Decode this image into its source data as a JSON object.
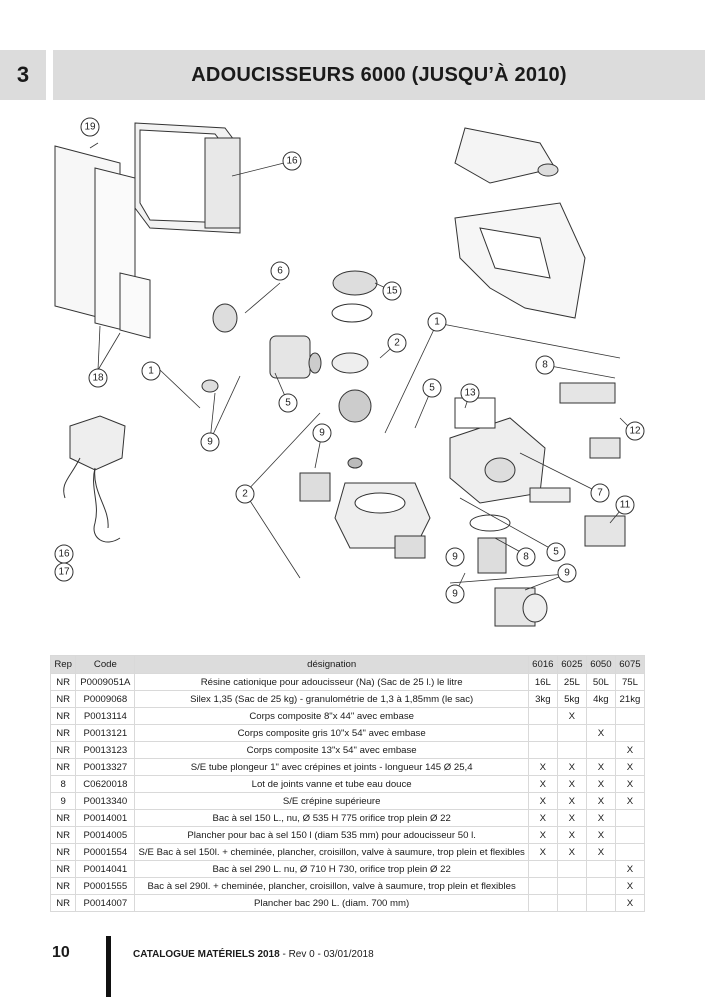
{
  "header": {
    "section_number": "3",
    "title": "ADOUCISSEURS 6000 (JUSQU’À 2010)"
  },
  "diagram": {
    "callouts": [
      "19",
      "16",
      "18",
      "6",
      "15",
      "1",
      "2",
      "1",
      "5",
      "9",
      "5",
      "13",
      "8",
      "12",
      "9",
      "2",
      "7",
      "11",
      "16",
      "17",
      "9",
      "8",
      "5",
      "9",
      "9"
    ]
  },
  "table": {
    "headers": [
      "Rep",
      "Code",
      "désignation",
      "6016",
      "6025",
      "6050",
      "6075"
    ],
    "rows": [
      [
        "NR",
        "P0009051A",
        "Résine cationique pour adoucisseur (Na) (Sac de 25 l.) le litre",
        "16L",
        "25L",
        "50L",
        "75L"
      ],
      [
        "NR",
        "P0009068",
        "Silex 1,35 (Sac de 25 kg) - granulométrie de 1,3 à 1,85mm (le sac)",
        "3kg",
        "5kg",
        "4kg",
        "21kg"
      ],
      [
        "NR",
        "P0013114",
        "Corps composite 8\"x 44\" avec embase",
        "",
        "X",
        "",
        ""
      ],
      [
        "NR",
        "P0013121",
        "Corps composite gris 10\"x 54\" avec embase",
        "",
        "",
        "X",
        ""
      ],
      [
        "NR",
        "P0013123",
        "Corps composite 13\"x 54\" avec embase",
        "",
        "",
        "",
        "X"
      ],
      [
        "NR",
        "P0013327",
        "S/E tube plongeur 1\" avec crépines et joints - longueur 145 Ø 25,4",
        "X",
        "X",
        "X",
        "X"
      ],
      [
        "8",
        "C0620018",
        "Lot de joints vanne et tube eau douce",
        "X",
        "X",
        "X",
        "X"
      ],
      [
        "9",
        "P0013340",
        "S/E crépine supérieure",
        "X",
        "X",
        "X",
        "X"
      ],
      [
        "NR",
        "P0014001",
        "Bac à sel 150 L., nu, Ø 535 H 775 orifice trop plein Ø 22",
        "X",
        "X",
        "X",
        ""
      ],
      [
        "NR",
        "P0014005",
        "Plancher pour bac à sel 150 l (diam 535 mm) pour adoucisseur 50 l.",
        "X",
        "X",
        "X",
        ""
      ],
      [
        "NR",
        "P0001554",
        "S/E Bac à sel 150l. + cheminée, plancher, croisillon, valve à saumure, trop plein et flexibles",
        "X",
        "X",
        "X",
        ""
      ],
      [
        "NR",
        "P0014041",
        "Bac à sel 290 L. nu, Ø 710 H 730, orifice trop plein Ø 22",
        "",
        "",
        "",
        "X"
      ],
      [
        "NR",
        "P0001555",
        "Bac à sel 290l. + cheminée, plancher, croisillon, valve à saumure, trop plein et flexibles",
        "",
        "",
        "",
        "X"
      ],
      [
        "NR",
        "P0014007",
        "Plancher bac 290 L. (diam. 700 mm)",
        "",
        "",
        "",
        "X"
      ]
    ]
  },
  "footer": {
    "page_number": "10",
    "catalogue": "CATALOGUE MATÉRIELS 2018",
    "revision": "- Rev 0 - 03/01/2018"
  }
}
